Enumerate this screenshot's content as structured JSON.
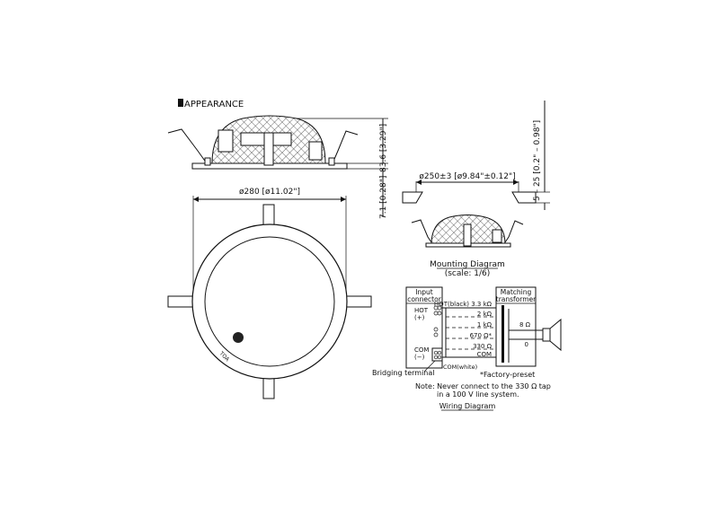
{
  "appearance": {
    "heading": "APPEARANCE",
    "dim_height_total": "83.6 [3.29\"]",
    "dim_flange": "7.1 [0.28\"]",
    "dim_outer_diameter": "ø280 [ø11.02\"]"
  },
  "mounting": {
    "dim_cutout": "ø250±3 [ø9.84\"±0.12\"]",
    "dim_ceiling": "5 – 25 [0.2\" – 0.98\"]",
    "caption": "Mounting Diagram",
    "scale": "(scale: 1/6)"
  },
  "wiring": {
    "input_connector": [
      "Input",
      "connector"
    ],
    "matching_transformer": [
      "Matching",
      "transformer"
    ],
    "hot_label": "HOT",
    "hot_sign": "(+)",
    "com_label": "COM",
    "com_sign": "(−)",
    "taps": [
      "HOT(black) 3.3 kΩ",
      "2 kΩ",
      "1 kΩ",
      "670 Ω*",
      "330 Ω",
      "COM"
    ],
    "com_white": "COM(white)",
    "bridging_terminal": "Bridging terminal",
    "factory_preset": "*Factory-preset",
    "secondary_tap": "8 Ω",
    "secondary_zero": "0",
    "note_line1": "Note: Never connect to the 330 Ω tap",
    "note_line2": "in a 100 V line system.",
    "caption": "Wiring Diagram"
  }
}
